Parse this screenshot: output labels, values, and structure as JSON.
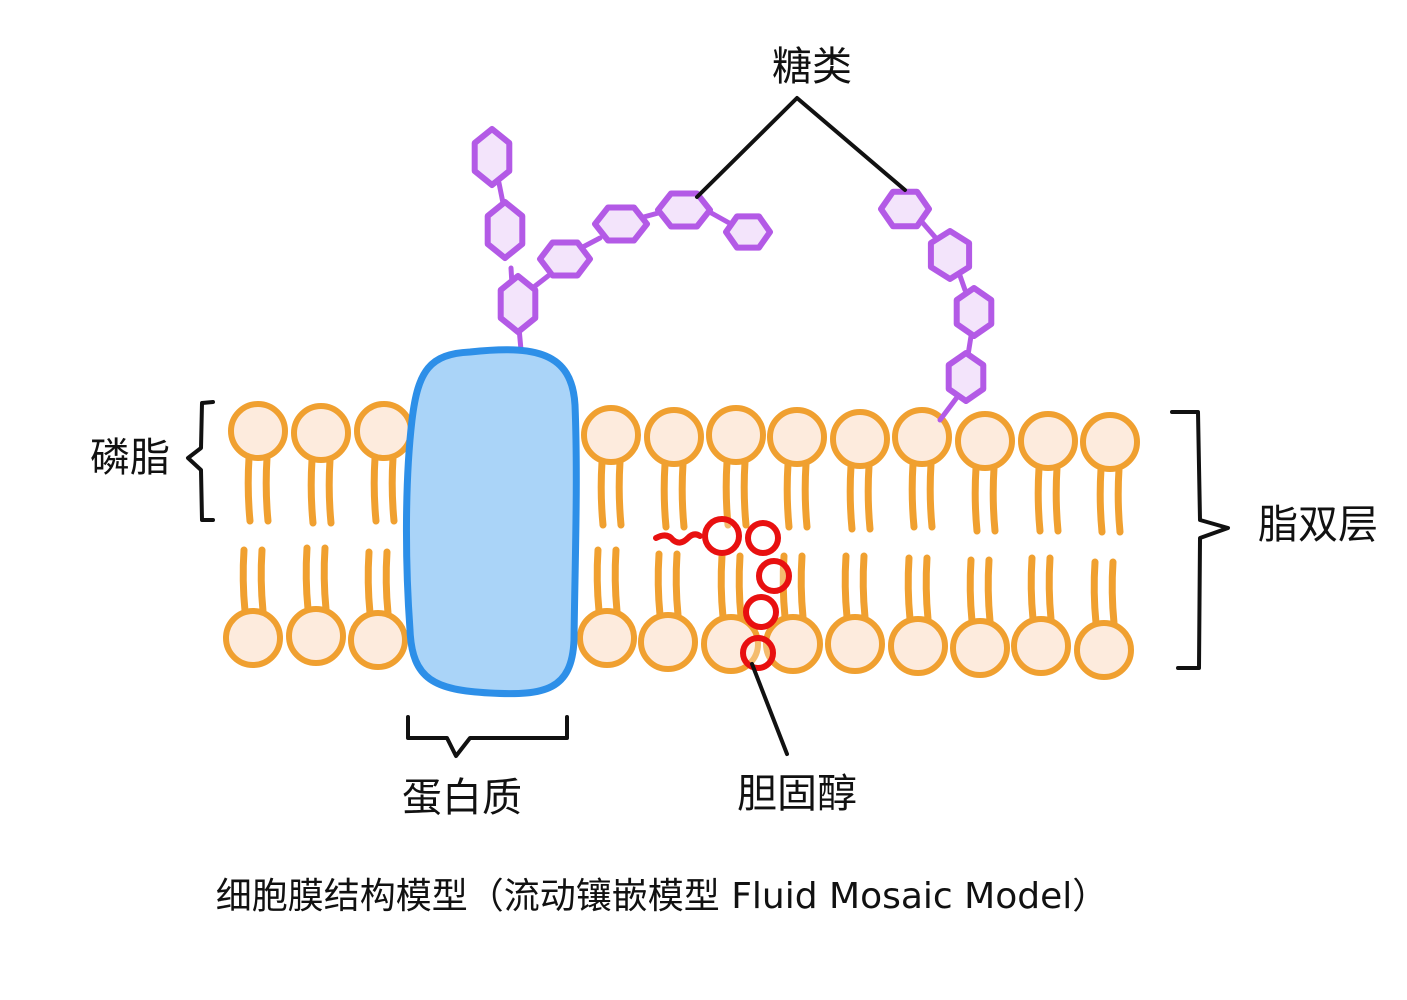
{
  "labels": {
    "carbohydrate": "糖类",
    "phospholipid": "磷脂",
    "lipid_bilayer": "脂双层",
    "protein": "蛋白质",
    "cholesterol": "胆固醇"
  },
  "caption": "细胞膜结构模型（流动镶嵌模型 Fluid Mosaic Model）",
  "colors": {
    "phospholipid_stroke": "#F0A030",
    "phospholipid_fill": "#FDEBDD",
    "protein_fill": "#AAD4F8",
    "protein_stroke": "#2D8FE8",
    "sugar_stroke": "#B35AE6",
    "sugar_fill": "#F3E4FB",
    "cholesterol": "#E81010",
    "line": "#111111"
  }
}
